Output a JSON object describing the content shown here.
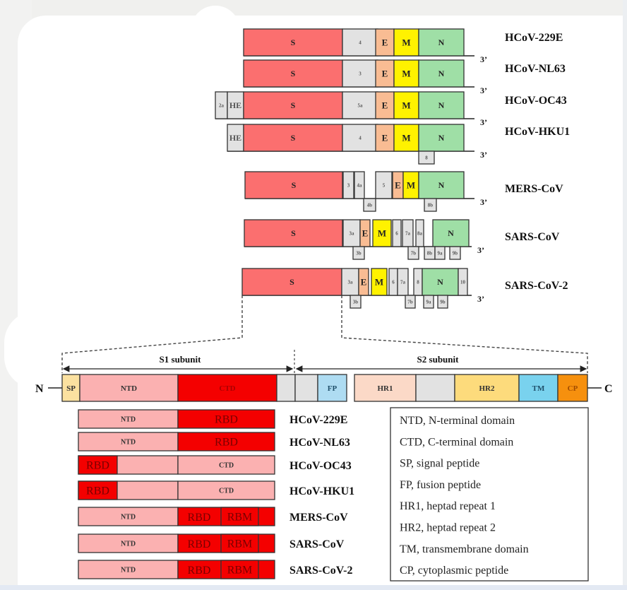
{
  "colors": {
    "S": "#fb6f6f",
    "accessory": "#e2e2e2",
    "E": "#f9bc93",
    "M": "#fff200",
    "N": "#9fdfa6",
    "HE": "#e2e2e2",
    "SP": "#fbe1a0",
    "NTD": "#fbb1b1",
    "CTD": "#f40000",
    "FP": "#aedcf2",
    "HR1": "#fbd9c7",
    "HR2": "#fddb7c",
    "TM": "#79d2ee",
    "CP": "#f6900e",
    "RBD": "#f40000",
    "outline": "#333333"
  },
  "genomes": [
    {
      "name": "HCoV-229E",
      "end_label": "3’",
      "main": [
        {
          "id": "S",
          "label": "S",
          "type": "S"
        },
        {
          "id": "acc4",
          "label": "4",
          "type": "accessory"
        },
        {
          "id": "E",
          "label": "E",
          "type": "E"
        },
        {
          "id": "M",
          "label": "M",
          "type": "M"
        },
        {
          "id": "N",
          "label": "N",
          "type": "N"
        }
      ],
      "below": []
    },
    {
      "name": "HCoV-NL63",
      "end_label": "3’",
      "main": [
        {
          "id": "S",
          "label": "S",
          "type": "S"
        },
        {
          "id": "acc3",
          "label": "3",
          "type": "accessory"
        },
        {
          "id": "E",
          "label": "E",
          "type": "E"
        },
        {
          "id": "M",
          "label": "M",
          "type": "M"
        },
        {
          "id": "N",
          "label": "N",
          "type": "N"
        }
      ],
      "below": []
    },
    {
      "name": "HCoV-OC43",
      "end_label": "3’",
      "main": [
        {
          "id": "2a",
          "label": "2a",
          "type": "accessory"
        },
        {
          "id": "HE",
          "label": "HE",
          "type": "HE"
        },
        {
          "id": "S",
          "label": "S",
          "type": "S"
        },
        {
          "id": "5a",
          "label": "5a",
          "type": "accessory"
        },
        {
          "id": "E",
          "label": "E",
          "type": "E"
        },
        {
          "id": "M",
          "label": "M",
          "type": "M"
        },
        {
          "id": "N",
          "label": "N",
          "type": "N"
        }
      ],
      "below": []
    },
    {
      "name": "HCoV-HKU1",
      "end_label": "3’",
      "main": [
        {
          "id": "HE",
          "label": "HE",
          "type": "HE"
        },
        {
          "id": "S",
          "label": "S",
          "type": "S"
        },
        {
          "id": "acc4",
          "label": "4",
          "type": "accessory"
        },
        {
          "id": "E",
          "label": "E",
          "type": "E"
        },
        {
          "id": "M",
          "label": "M",
          "type": "M"
        },
        {
          "id": "N",
          "label": "N",
          "type": "N"
        }
      ],
      "below": [
        {
          "id": "8",
          "label": "8",
          "type": "accessory"
        }
      ]
    },
    {
      "name": "MERS-CoV",
      "end_label": "3’",
      "main": [
        {
          "id": "S",
          "label": "S",
          "type": "S"
        },
        {
          "id": "3",
          "label": "3",
          "type": "accessory"
        },
        {
          "id": "4a",
          "label": "4a",
          "type": "accessory"
        },
        {
          "id": "5",
          "label": "5",
          "type": "accessory"
        },
        {
          "id": "E",
          "label": "E",
          "type": "E"
        },
        {
          "id": "M",
          "label": "M",
          "type": "M"
        },
        {
          "id": "N",
          "label": "N",
          "type": "N"
        }
      ],
      "below": [
        {
          "id": "4b",
          "label": "4b",
          "type": "accessory"
        },
        {
          "id": "8b",
          "label": "8b",
          "type": "accessory"
        }
      ]
    },
    {
      "name": "SARS-CoV",
      "end_label": "3’",
      "main": [
        {
          "id": "S",
          "label": "S",
          "type": "S"
        },
        {
          "id": "3a",
          "label": "3a",
          "type": "accessory"
        },
        {
          "id": "E",
          "label": "E",
          "type": "E"
        },
        {
          "id": "M",
          "label": "M",
          "type": "M"
        },
        {
          "id": "6",
          "label": "6",
          "type": "accessory"
        },
        {
          "id": "7a",
          "label": "7a",
          "type": "accessory"
        },
        {
          "id": "8a",
          "label": "8a",
          "type": "accessory"
        },
        {
          "id": "N",
          "label": "N",
          "type": "N"
        }
      ],
      "below": [
        {
          "id": "3b",
          "label": "3b",
          "type": "accessory"
        },
        {
          "id": "7b",
          "label": "7b",
          "type": "accessory"
        },
        {
          "id": "8b",
          "label": "8b",
          "type": "accessory"
        },
        {
          "id": "9a",
          "label": "9a",
          "type": "accessory"
        },
        {
          "id": "9b",
          "label": "9b",
          "type": "accessory"
        }
      ]
    },
    {
      "name": "SARS-CoV-2",
      "end_label": "3’",
      "main": [
        {
          "id": "S",
          "label": "S",
          "type": "S"
        },
        {
          "id": "3a",
          "label": "3a",
          "type": "accessory"
        },
        {
          "id": "E",
          "label": "E",
          "type": "E"
        },
        {
          "id": "M",
          "label": "M",
          "type": "M"
        },
        {
          "id": "6",
          "label": "6",
          "type": "accessory"
        },
        {
          "id": "7a",
          "label": "7a",
          "type": "accessory"
        },
        {
          "id": "8",
          "label": "8",
          "type": "accessory"
        },
        {
          "id": "N",
          "label": "N",
          "type": "N"
        },
        {
          "id": "10",
          "label": "10",
          "type": "accessory"
        }
      ],
      "below": [
        {
          "id": "3b",
          "label": "3b",
          "type": "accessory"
        },
        {
          "id": "7b",
          "label": "7b",
          "type": "accessory"
        },
        {
          "id": "9a",
          "label": "9a",
          "type": "accessory"
        },
        {
          "id": "9b",
          "label": "9b",
          "type": "accessory"
        }
      ]
    }
  ],
  "spike": {
    "n_label": "N",
    "c_label": "C",
    "s1_label": "S1 subunit",
    "s2_label": "S2 subunit",
    "domains": [
      {
        "id": "SP",
        "label": "SP",
        "type": "SP"
      },
      {
        "id": "NTD",
        "label": "NTD",
        "type": "NTD"
      },
      {
        "id": "CTD",
        "label": "CTD",
        "type": "CTD"
      },
      {
        "id": "linker1",
        "label": "",
        "type": "accessory"
      },
      {
        "id": "linker2",
        "label": "",
        "type": "accessory"
      },
      {
        "id": "FP",
        "label": "FP",
        "type": "FP"
      },
      {
        "id": "HR1",
        "label": "HR1",
        "type": "HR1"
      },
      {
        "id": "linker3",
        "label": "",
        "type": "accessory"
      },
      {
        "id": "HR2",
        "label": "HR2",
        "type": "HR2"
      },
      {
        "id": "TM",
        "label": "TM",
        "type": "TM"
      },
      {
        "id": "CP",
        "label": "CP",
        "type": "CP"
      }
    ]
  },
  "s1_variants": [
    {
      "name": "HCoV-229E",
      "layout": "ntd-rbd",
      "left_label": "NTD",
      "right_label": "RBD"
    },
    {
      "name": "HCoV-NL63",
      "layout": "ntd-rbd",
      "left_label": "NTD",
      "right_label": "RBD"
    },
    {
      "name": "HCoV-OC43",
      "layout": "rbd-ctd",
      "left_label": "RBD",
      "right_label": "CTD"
    },
    {
      "name": "HCoV-HKU1",
      "layout": "rbd-ctd",
      "left_label": "RBD",
      "right_label": "CTD"
    },
    {
      "name": "MERS-CoV",
      "layout": "ntd-rbd-rbm",
      "left_label": "NTD",
      "right_label": "RBD",
      "rbm_label": "RBM"
    },
    {
      "name": "SARS-CoV",
      "layout": "ntd-rbd-rbm",
      "left_label": "NTD",
      "right_label": "RBD",
      "rbm_label": "RBM"
    },
    {
      "name": "SARS-CoV-2",
      "layout": "ntd-rbd-rbm",
      "left_label": "NTD",
      "right_label": "RBD",
      "rbm_label": "RBM"
    }
  ],
  "legend": [
    "NTD, N-terminal domain",
    "CTD, C-terminal domain",
    "SP, signal peptide",
    "FP, fusion peptide",
    "HR1, heptad repeat 1",
    "HR2, heptad repeat 2",
    "TM, transmembrane domain",
    "CP, cytoplasmic peptide"
  ]
}
